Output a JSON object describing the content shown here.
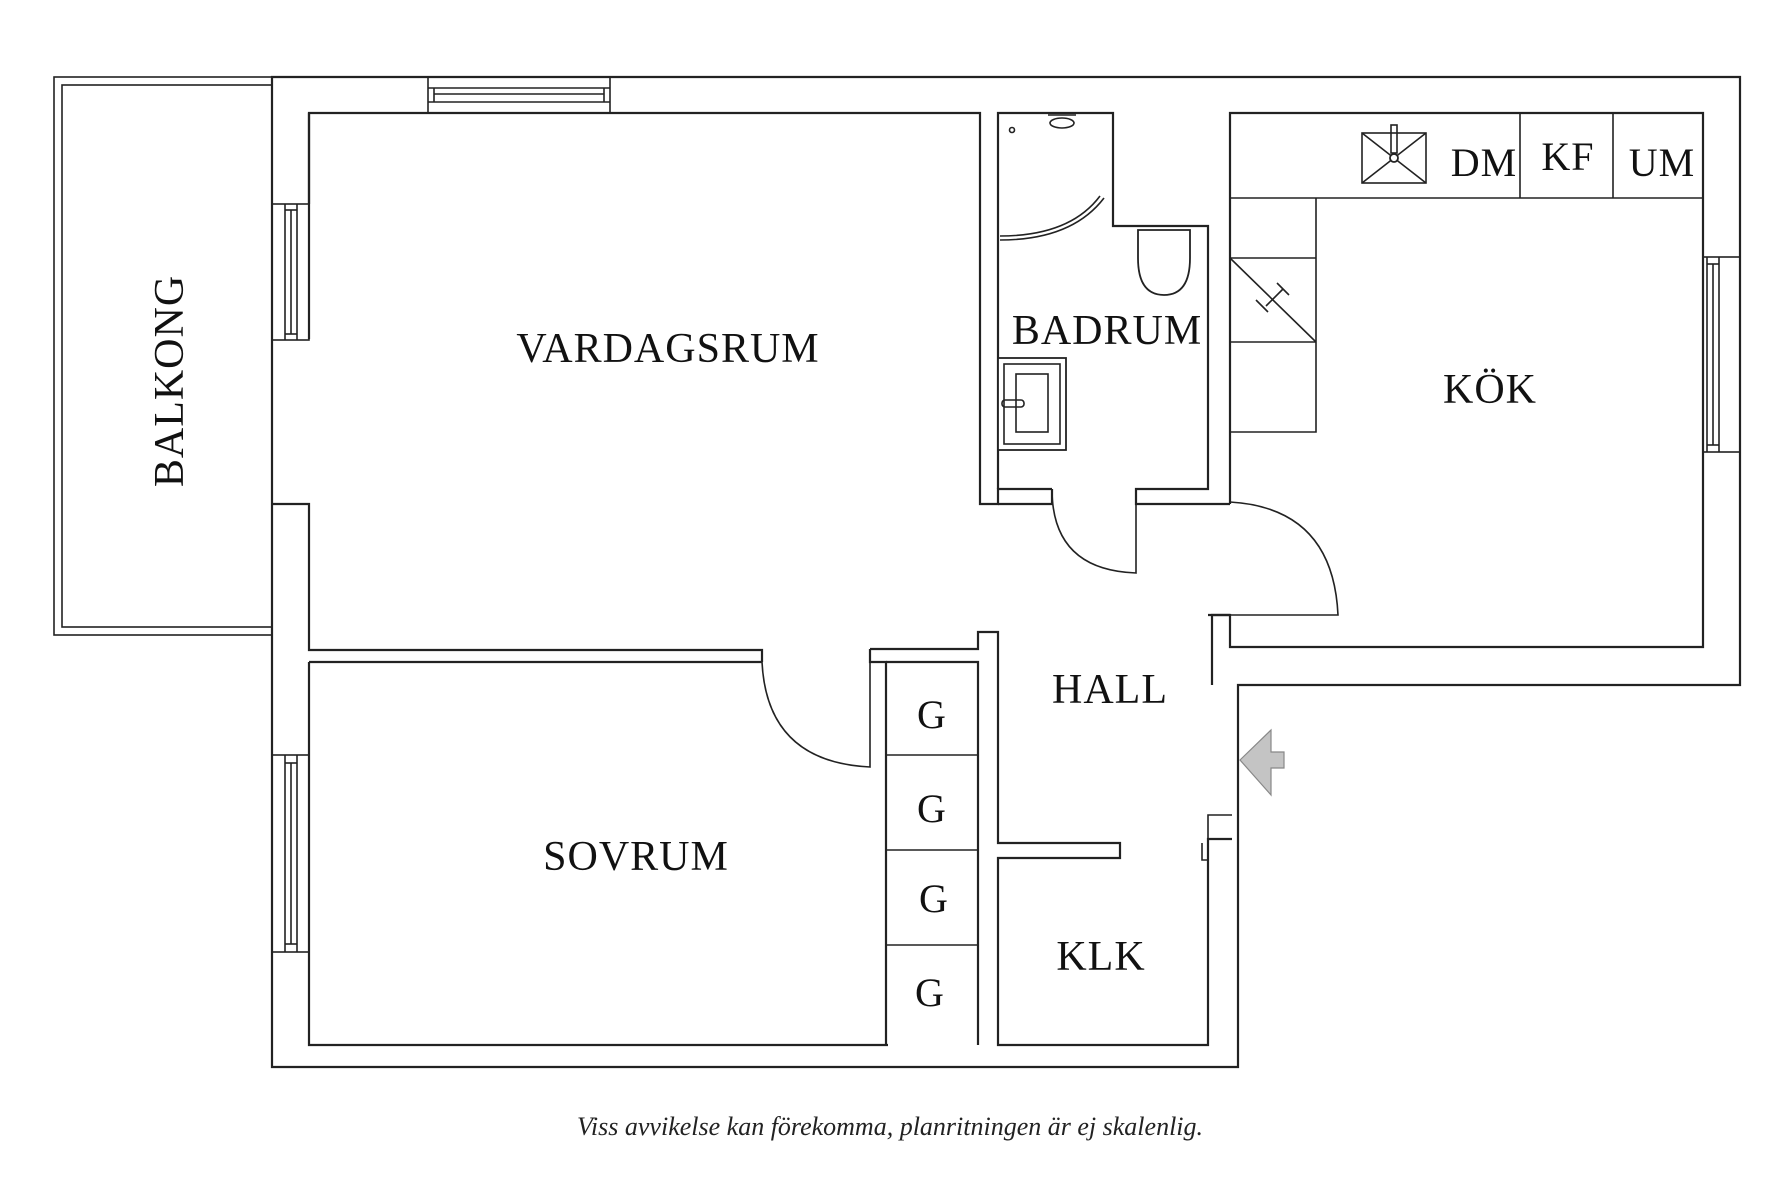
{
  "plan": {
    "rooms": {
      "balkong": "BALKONG",
      "vardagsrum": "VARDAGSRUM",
      "badrum": "BADRUM",
      "kok": "KÖK",
      "hall": "HALL",
      "sovrum": "SOVRUM",
      "klk": "KLK"
    },
    "appliances": {
      "dm": "DM",
      "kf": "KF",
      "um": "UM"
    },
    "closets": [
      "G",
      "G",
      "G",
      "G"
    ],
    "entrance_arrow_color": "#c4c4c4",
    "line_color": "#222222"
  },
  "footer": {
    "disclaimer": "Viss avvikelse kan förekomma, planritningen är ej skalenlig."
  }
}
